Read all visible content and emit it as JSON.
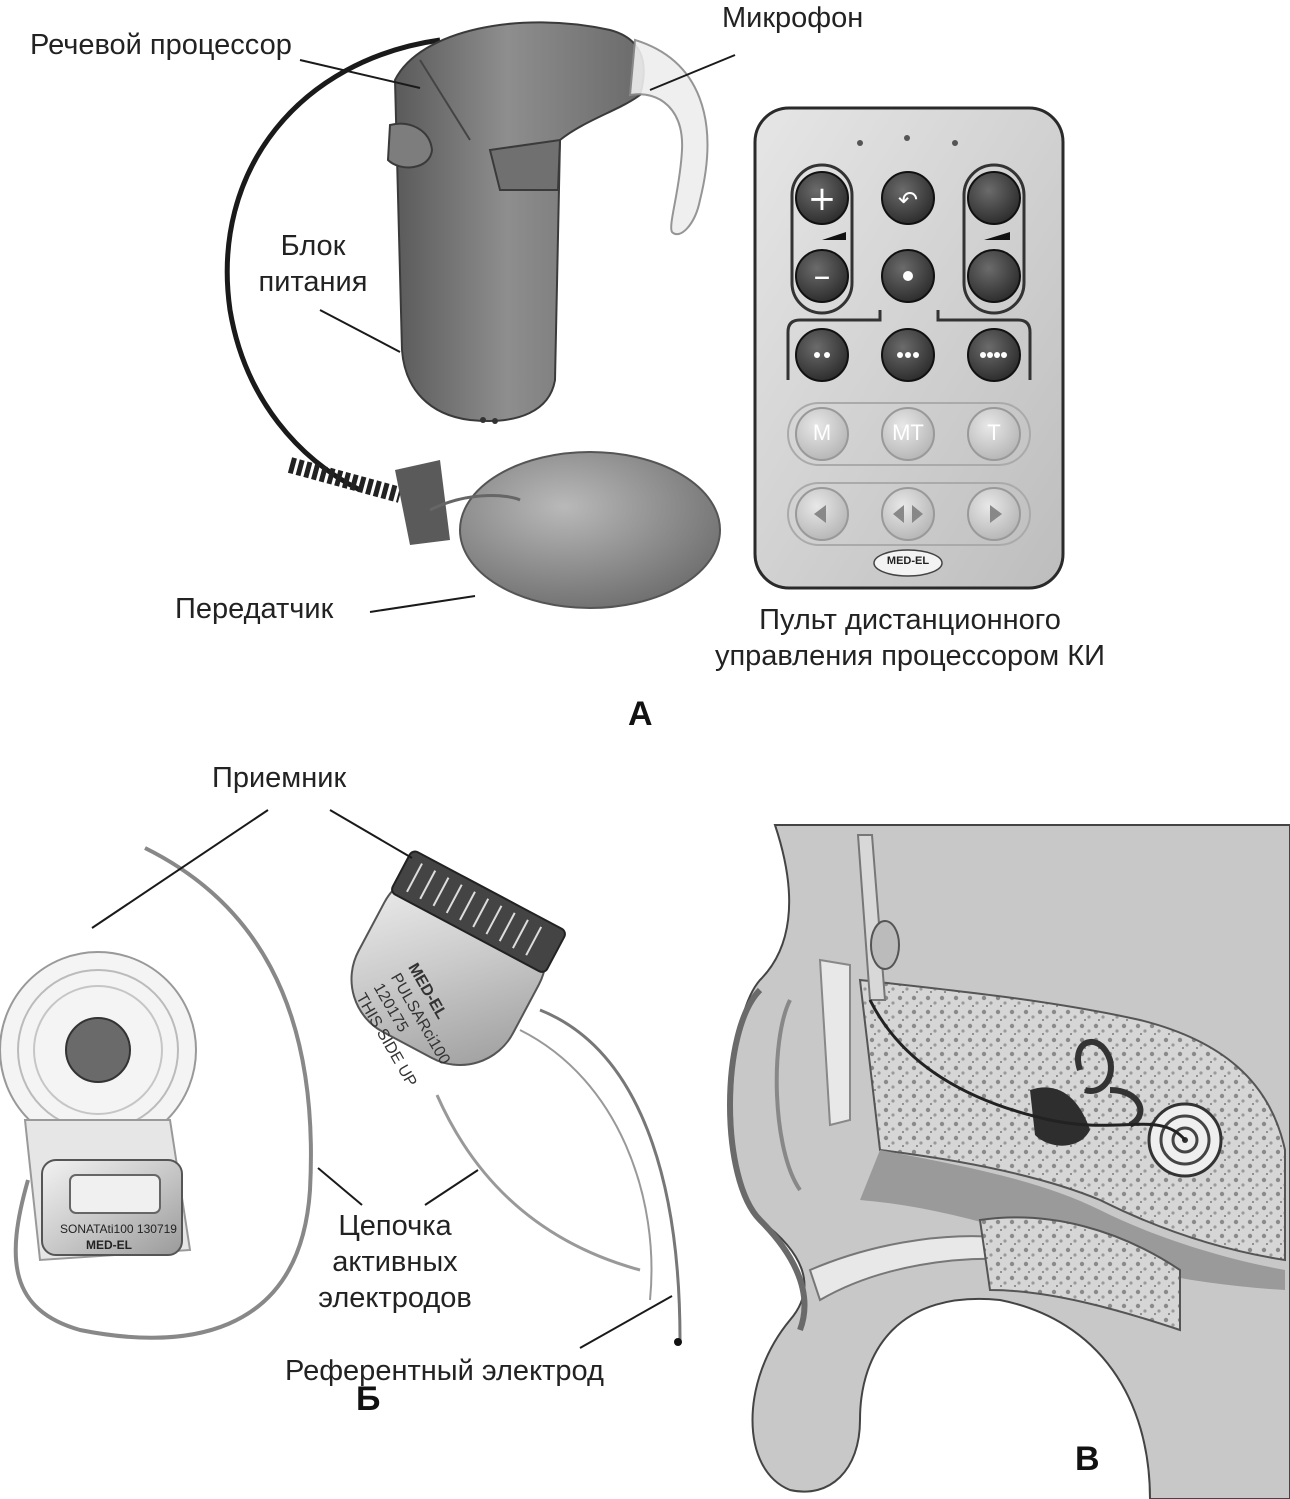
{
  "panels": {
    "a": "А",
    "b": "Б",
    "v": "В"
  },
  "labels": {
    "speech_processor": "Речевой процессор",
    "microphone": "Микрофон",
    "battery_line1": "Блок",
    "battery_line2": "питания",
    "transmitter": "Передатчик",
    "remote_line1": "Пульт дистанционного",
    "remote_line2": "управления процессором КИ",
    "receiver": "Приемник",
    "active_line1": "Цепочка",
    "active_line2": "активных",
    "active_line3": "электродов",
    "reference_electrode": "Референтный электрод"
  },
  "remote": {
    "brand": "MED-EL",
    "mode_buttons": [
      "M",
      "MT",
      "T"
    ]
  },
  "implants": {
    "sonata_text": "SONATAti100 130719",
    "sonata_brand": "MED-EL",
    "pulsar_line1": "PULSARci100",
    "pulsar_line2": "120175",
    "pulsar_line3": "THIS SIDE UP",
    "pulsar_brand": "MED-EL"
  }
}
